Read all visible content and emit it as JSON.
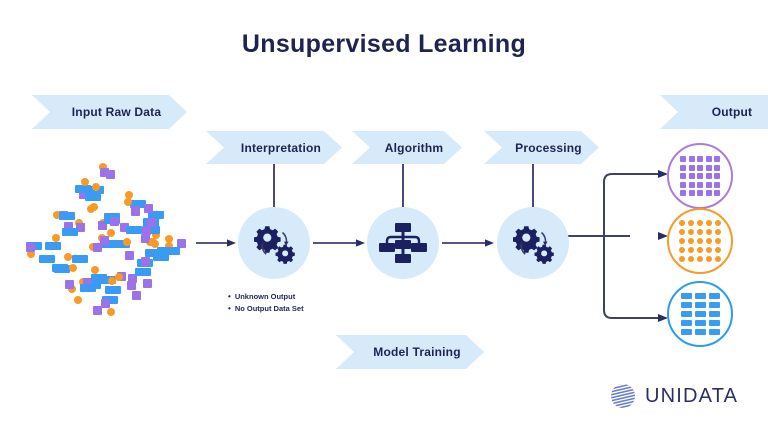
{
  "page": {
    "title": "Unsupervised Learning"
  },
  "banners": {
    "input": "Input Raw Data",
    "interpretation": "Interpretation",
    "algorithm": "Algorithm",
    "processing": "Processing",
    "output": "Output",
    "model_training": "Model Training"
  },
  "notes": {
    "bullet_glyph": "•",
    "items": [
      "Unknown Output",
      "No Output Data Set"
    ]
  },
  "icons": {
    "interpretation": "gears-cycle-icon",
    "algorithm": "hierarchy-tree-icon",
    "processing": "gears-cycle-icon",
    "output_purple": "purple-square-grid-icon",
    "output_orange": "orange-dot-grid-icon",
    "output_blue": "blue-bar-grid-icon",
    "brand": "globe-icon"
  },
  "brand": {
    "name": "UNIDATA"
  },
  "colors": {
    "title": "#1e2350",
    "banner_bg": "#d6eaf9",
    "icon_circle_bg": "#d6eaf9",
    "icon_navy": "#1b2060",
    "connector": "#4a4a7a",
    "data_blue": "#3a9bf4",
    "data_purple": "#9b72e8",
    "data_orange": "#f79a26",
    "output_purple_ring": "#a97ce0",
    "output_orange_ring": "#f79a26",
    "output_blue_ring": "#2e9bf0",
    "background": "#ffffff"
  },
  "chart_data": {
    "type": "diagram",
    "title": "Unsupervised Learning",
    "flow": [
      {
        "stage": "Input Raw Data",
        "icon": "scatter-cluster"
      },
      {
        "stage": "Interpretation",
        "icon": "gears-cycle-icon"
      },
      {
        "stage": "Algorithm",
        "icon": "hierarchy-tree-icon"
      },
      {
        "stage": "Processing",
        "icon": "gears-cycle-icon"
      },
      {
        "stage": "Output",
        "icon": "clustered-groups"
      }
    ],
    "outputs": [
      {
        "label": "purple-square-grid",
        "color": "#9b72e8",
        "rows": 5,
        "cols": 5
      },
      {
        "label": "orange-dot-grid",
        "color": "#f79a26",
        "rows": 5,
        "cols": 5
      },
      {
        "label": "blue-bar-grid",
        "color": "#3a9bf4",
        "rows": 5,
        "cols": 3
      }
    ],
    "raw_data_legend": [
      {
        "shape": "rectangle",
        "color": "#3a9bf4"
      },
      {
        "shape": "square",
        "color": "#9b72e8"
      },
      {
        "shape": "circle",
        "color": "#f79a26"
      }
    ]
  }
}
